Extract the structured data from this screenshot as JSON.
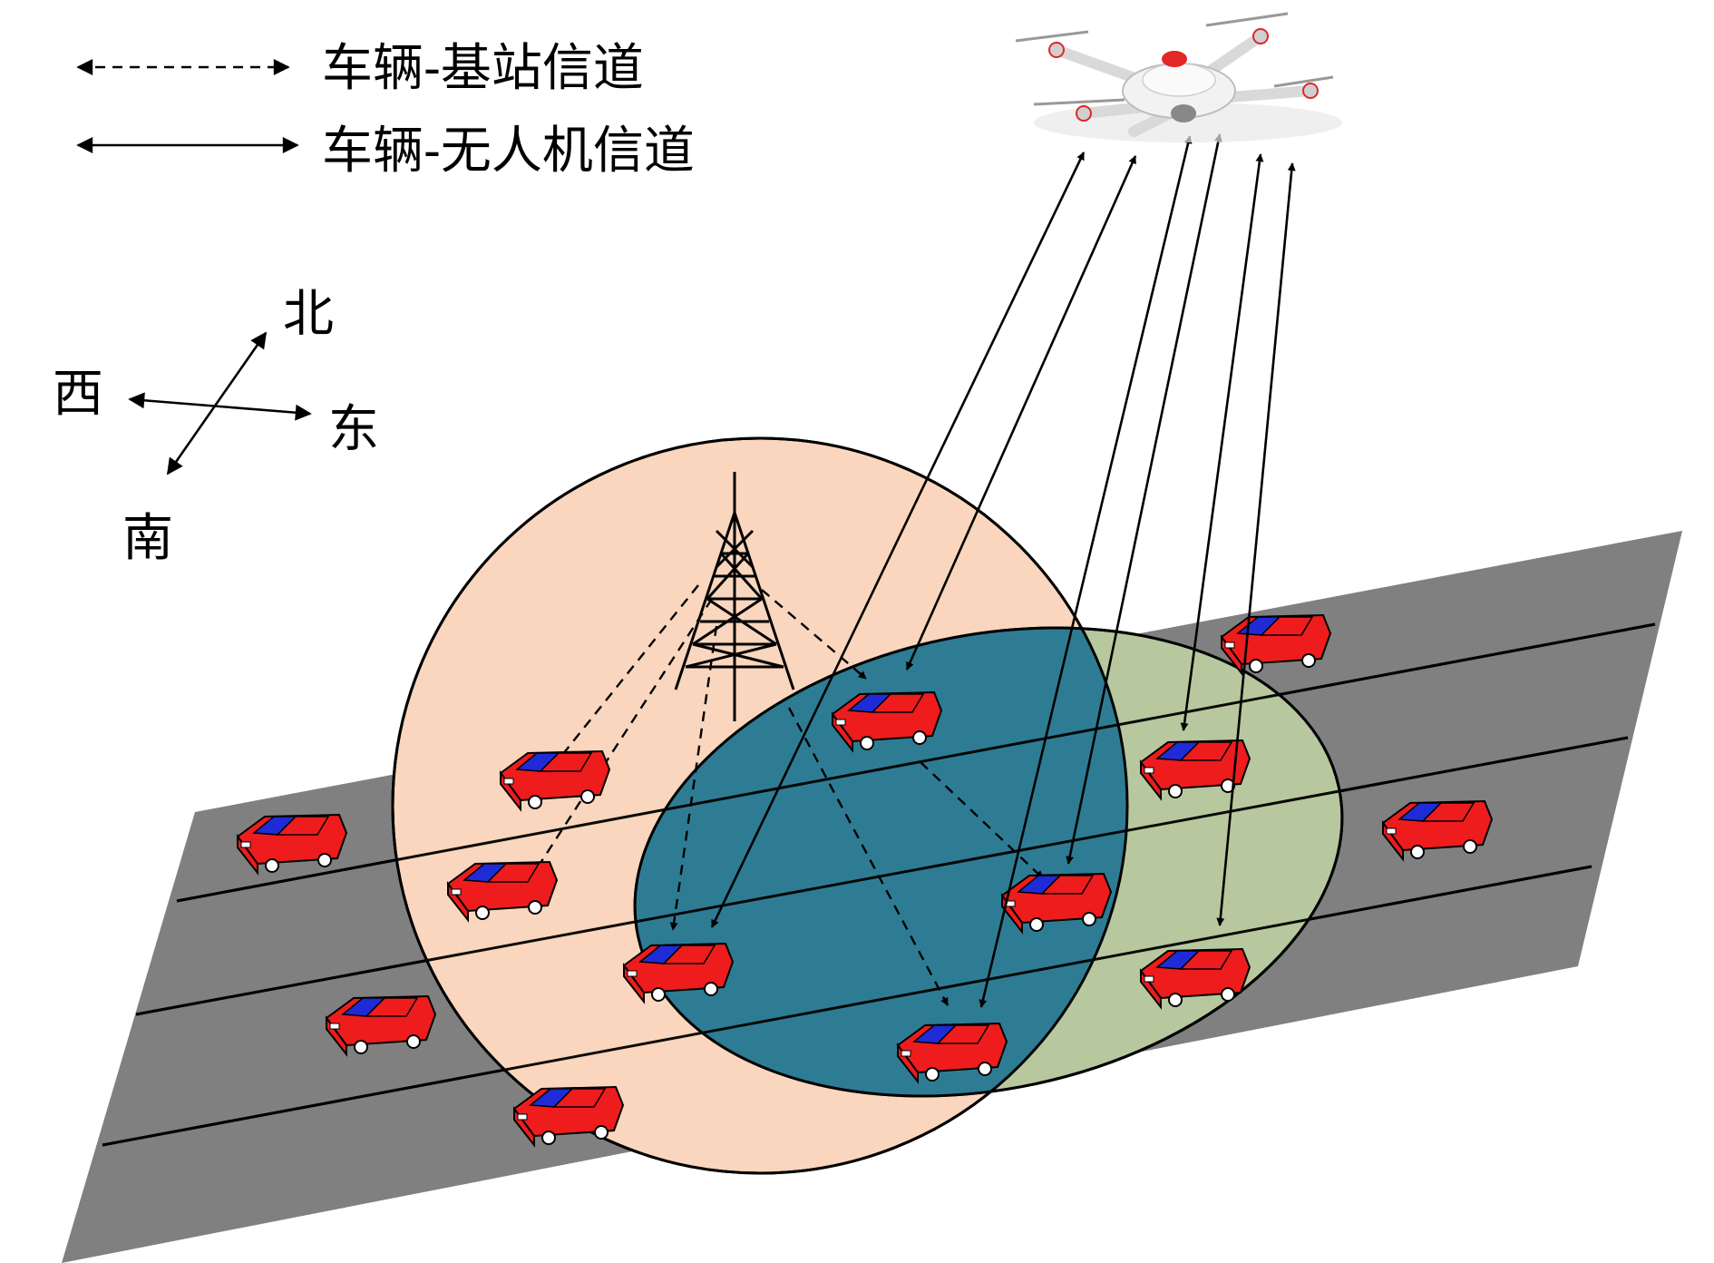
{
  "legend": {
    "bs_channel_label": "车辆-基站信道",
    "uav_channel_label": "车辆-无人机信道"
  },
  "compass": {
    "north": "北",
    "south": "南",
    "east": "东",
    "west": "西"
  },
  "colors": {
    "road": "#808080",
    "bs_coverage": "#f9d6bd",
    "uav_coverage": "#b7c89e",
    "overlap": "#2e7c94",
    "car_body": "#ee1c1c",
    "car_window": "#1f2bd6"
  },
  "icons": [
    "drone-icon",
    "tower-icon",
    "car-icon"
  ]
}
